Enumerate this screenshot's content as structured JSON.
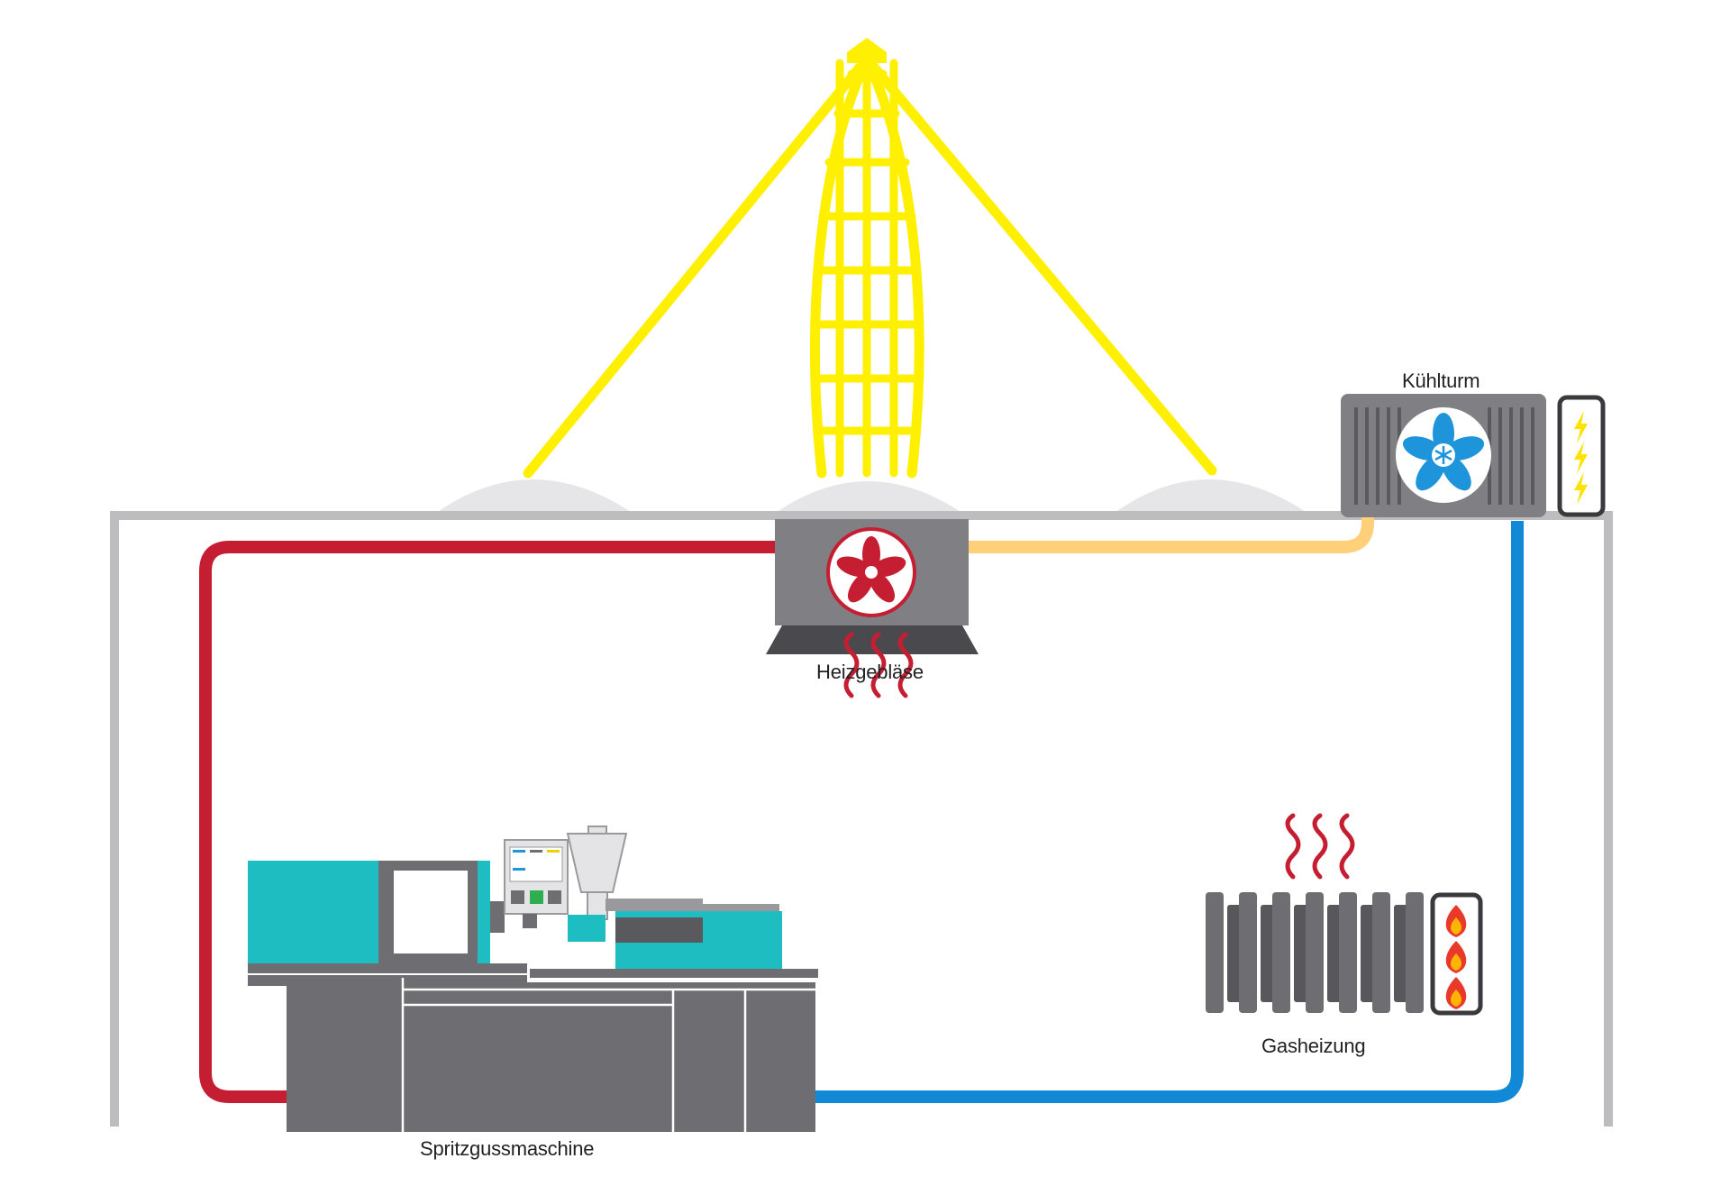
{
  "labels": {
    "cooling_tower": "Kühlturm",
    "heater_fan": "Heizgebläse",
    "injection_machine": "Spritzgussmaschine",
    "gas_heating": "Gasheizung"
  },
  "icons": {
    "light_beams": "yellow-light-beam-icon",
    "skylights": "skylight-dome-icon",
    "fan_heater": "fan-heater-icon",
    "cooling_fan": "cooling-fan-snowflake-icon",
    "electricity": "lightning-bolt-icon",
    "heat_waves": "heat-wave-icon",
    "radiator": "radiator-icon",
    "flames": "flame-icon",
    "machine": "injection-molding-machine-icon"
  },
  "colors": {
    "light": "#FFEF00",
    "hot_pipe": "#C51E32",
    "warm_pipe": "#FFCF7A",
    "cold_pipe": "#1289D6",
    "building": "#BDBDBF",
    "dome": "#E6E6E8",
    "machine_gray": "#6E6E72",
    "machine_teal": "#1EBDC2",
    "fan_blue": "#1E94DA"
  }
}
